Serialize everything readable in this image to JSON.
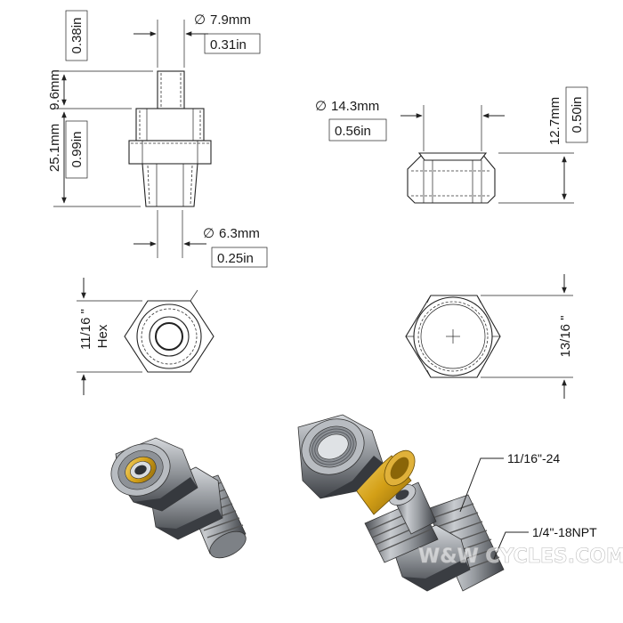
{
  "fitting_drawing": {
    "top_height": {
      "mm": "9.6mm",
      "in": "0.38in"
    },
    "top_diameter": {
      "symbol": "∅",
      "mm": "7.9mm",
      "in": "0.31in"
    },
    "body_height": {
      "mm": "25.1mm",
      "in": "0.99in"
    },
    "bottom_diameter": {
      "symbol": "∅",
      "mm": "6.3mm",
      "in": "0.25in"
    },
    "hex_size": {
      "value": "11/16 \"",
      "label": "Hex"
    }
  },
  "nut_drawing": {
    "diameter": {
      "symbol": "∅",
      "mm": "14.3mm",
      "in": "0.56in"
    },
    "height": {
      "mm": "12.7mm",
      "in": "0.50in"
    },
    "hex_size": {
      "value": "13/16 \""
    }
  },
  "callouts": {
    "thread_upper": "11/16\"-24",
    "thread_lower": "1/4\"-18NPT"
  },
  "watermark": "W&W CYCLES.COM",
  "colors": {
    "steel": "#9a9ea3",
    "steel_dark": "#4a4d52",
    "brass": "#d4a017"
  }
}
